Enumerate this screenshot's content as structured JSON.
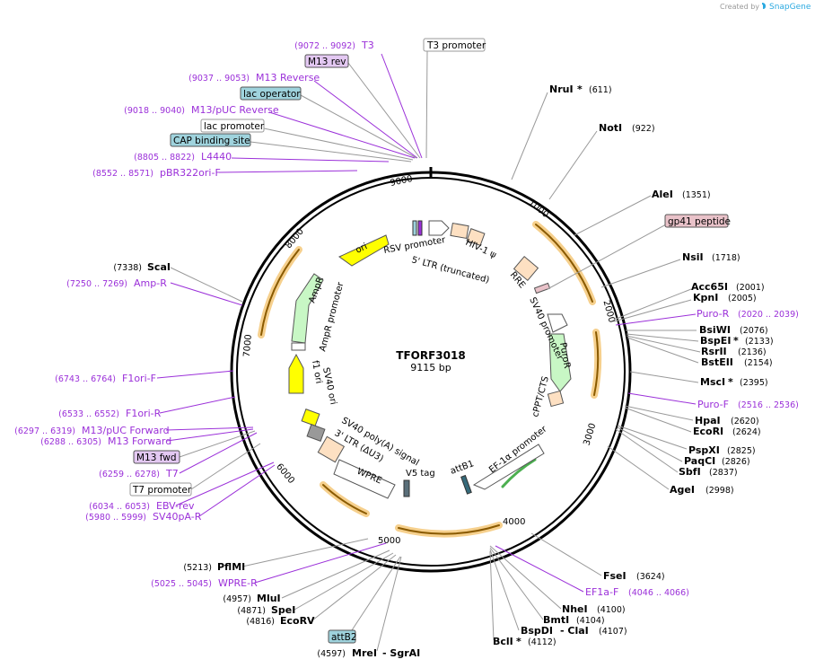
{
  "header": {
    "created_by": "Created by",
    "brand": "SnapGene"
  },
  "plasmid": {
    "name": "TFORF3018",
    "size_label": "9115 bp",
    "length": 9115,
    "ticks": [
      "1000",
      "2000",
      "3000",
      "4000",
      "5000",
      "6000",
      "7000",
      "8000",
      "9000"
    ]
  },
  "colors": {
    "primer": "#9b30d9",
    "orange_feature": "#f2a93b",
    "amp_green": "#c8f7c5",
    "ori_yellow": "#ffff00",
    "peach": "#fde0c2",
    "boxed_teal": "#9fd3dd",
    "boxed_purple": "#e3c8f2",
    "boxed_pink": "#e9c2c9"
  },
  "restriction_sites": [
    {
      "name": "NruI",
      "star": "*",
      "pos": "(611)"
    },
    {
      "name": "NotI",
      "star": "",
      "pos": "(922)"
    },
    {
      "name": "AleI",
      "star": "",
      "pos": "(1351)"
    },
    {
      "name": "NsiI",
      "star": "",
      "pos": "(1718)"
    },
    {
      "name": "Acc65I",
      "star": "",
      "pos": "(2001)"
    },
    {
      "name": "KpnI",
      "star": "",
      "pos": "(2005)"
    },
    {
      "name": "BsiWI",
      "star": "",
      "pos": "(2076)"
    },
    {
      "name": "BspEI",
      "star": "*",
      "pos": "(2133)"
    },
    {
      "name": "RsrII",
      "star": "",
      "pos": "(2136)"
    },
    {
      "name": "BstEII",
      "star": "",
      "pos": "(2154)"
    },
    {
      "name": "MscI",
      "star": "*",
      "pos": "(2395)"
    },
    {
      "name": "HpaI",
      "star": "",
      "pos": "(2620)"
    },
    {
      "name": "EcoRI",
      "star": "",
      "pos": "(2624)"
    },
    {
      "name": "PspXI",
      "star": "",
      "pos": "(2825)"
    },
    {
      "name": "PaqCI",
      "star": "",
      "pos": "(2826)"
    },
    {
      "name": "SbfI",
      "star": "",
      "pos": "(2837)"
    },
    {
      "name": "AgeI",
      "star": "",
      "pos": "(2998)"
    },
    {
      "name": "FseI",
      "star": "",
      "pos": "(3624)"
    },
    {
      "name": "NheI",
      "star": "",
      "pos": "(4100)"
    },
    {
      "name": "BmtI",
      "star": "",
      "pos": "(4104)"
    },
    {
      "name": "BspDI",
      "star": "",
      "pos": "- ClaI",
      "pos2": "(4107)"
    },
    {
      "name": "BclI",
      "star": "*",
      "pos": "(4112)"
    },
    {
      "name": "MreI",
      "star": "",
      "pos": "- SgrAI",
      "pos0": "(4597)"
    },
    {
      "name": "EcoRV",
      "star": "",
      "pos": "(4816)"
    },
    {
      "name": "SpeI",
      "star": "",
      "pos": "(4871)"
    },
    {
      "name": "MluI",
      "star": "",
      "pos": "(4957)"
    },
    {
      "name": "PflMI",
      "star": "",
      "pos": "(5213)"
    },
    {
      "name": "ScaI",
      "star": "",
      "pos": "(7338)"
    }
  ],
  "primers": [
    {
      "name": "T3",
      "range": "(9072 .. 9092)"
    },
    {
      "name": "M13 Reverse",
      "range": "(9037 .. 9053)"
    },
    {
      "name": "M13/pUC Reverse",
      "range": "(9018 .. 9040)"
    },
    {
      "name": "L4440",
      "range": "(8805 .. 8822)"
    },
    {
      "name": "pBR322ori-F",
      "range": "(8552 .. 8571)"
    },
    {
      "name": "Amp-R",
      "range": "(7250 .. 7269)"
    },
    {
      "name": "F1ori-F",
      "range": "(6743 .. 6764)"
    },
    {
      "name": "F1ori-R",
      "range": "(6533 .. 6552)"
    },
    {
      "name": "M13/pUC Forward",
      "range": "(6297 .. 6319)"
    },
    {
      "name": "M13 Forward",
      "range": "(6288 .. 6305)"
    },
    {
      "name": "T7",
      "range": "(6259 .. 6278)"
    },
    {
      "name": "EBV-rev",
      "range": "(6034 .. 6053)"
    },
    {
      "name": "SV40pA-R",
      "range": "(5980 .. 5999)"
    },
    {
      "name": "WPRE-R",
      "range": "(5025 .. 5045)"
    },
    {
      "name": "Puro-R",
      "range": "(2020 .. 2039)"
    },
    {
      "name": "Puro-F",
      "range": "(2516 .. 2536)"
    },
    {
      "name": "EF1a-F",
      "range": "(4046 .. 4066)"
    }
  ],
  "boxed_features": {
    "t3_promoter": "T3 promoter",
    "m13_rev": "M13 rev",
    "lac_operator": "lac operator",
    "lac_promoter": "lac promoter",
    "cap_binding_site": "CAP binding site",
    "gp41_peptide": "gp41 peptide",
    "m13_fwd": "M13 fwd",
    "t7_promoter": "T7 promoter",
    "attb2": "attB2"
  },
  "inner_features": {
    "rsv_promoter": "RSV promoter",
    "ltr5": "5' LTR (truncated)",
    "hiv_psi": "HIV-1 ψ",
    "rre": "RRE",
    "sv40_promoter": "SV40 promoter",
    "puror": "PuroR",
    "cppt": "cPPT/CTS",
    "ef1a_promoter": "EF-1α promoter",
    "attb1": "attB1",
    "v5_tag": "V5 tag",
    "wpre": "WPRE",
    "ltr3": "3' LTR (ΔU3)",
    "sv40_polya": "SV40 poly(A) signal",
    "sv40_ori": "SV40 ori",
    "f1_ori": "f1 ori",
    "ampr_promoter": "AmpR promoter",
    "ampr": "AmpR",
    "ori": "ori"
  }
}
